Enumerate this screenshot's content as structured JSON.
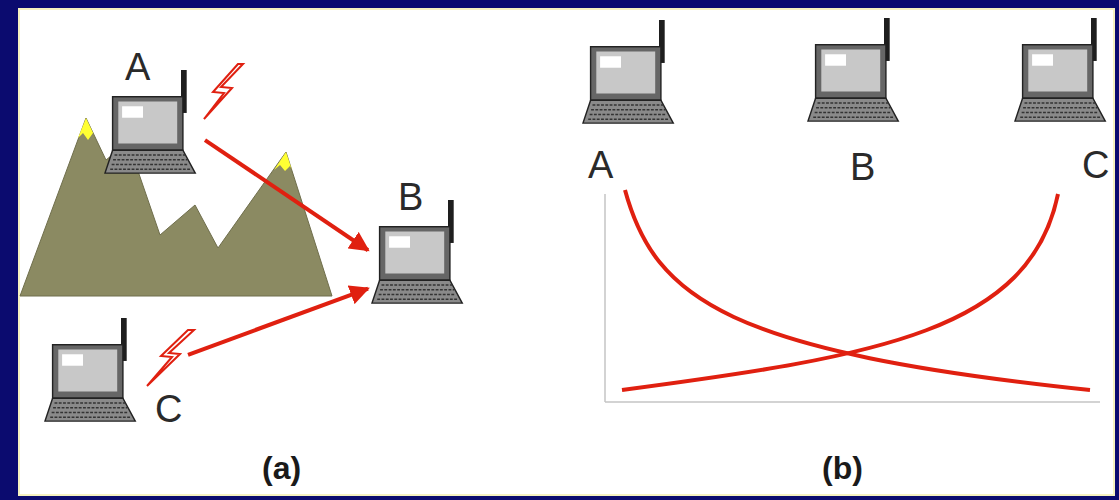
{
  "diagram": {
    "nodes": [
      {
        "text": [
          "A"
        ]
      },
      {
        "text": [
          "B"
        ]
      },
      {
        "text": [
          "C"
        ]
      },
      {
        "text": [
          "A"
        ]
      },
      {
        "text": [
          "B"
        ]
      },
      {
        "text": [
          "C"
        ]
      }
    ],
    "edges": [
      {
        "from": 0,
        "to": 1,
        "arrow": "to"
      },
      {
        "from": 2,
        "to": 1,
        "arrow": "to"
      }
    ],
    "labels": [
      "(a)",
      "(b)"
    ]
  }
}
